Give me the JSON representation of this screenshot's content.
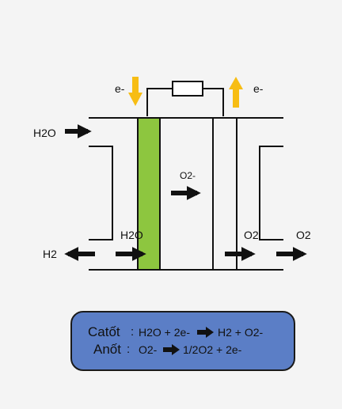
{
  "labels": {
    "electron_in": "e-",
    "electron_out": "e-",
    "water_in": "H2O",
    "water_inside": "H2O",
    "hydrogen_out": "H2",
    "oxide_ion": "O2-",
    "oxygen_inner": "O2",
    "oxygen_outer": "O2"
  },
  "equations": {
    "cathode": {
      "name": "Catốt",
      "colon": ":",
      "left": "H2O + 2e-",
      "right": "H2 + O2-"
    },
    "anode": {
      "name": "Anốt",
      "colon": ":",
      "left": "O2-",
      "right": "1/2O2 + 2e-"
    }
  },
  "colors": {
    "cathode_fill": "#8dc63f",
    "electron_arrow": "#f7bd14",
    "equation_box": "#5b7ec6",
    "line": "#1a1a1a"
  }
}
